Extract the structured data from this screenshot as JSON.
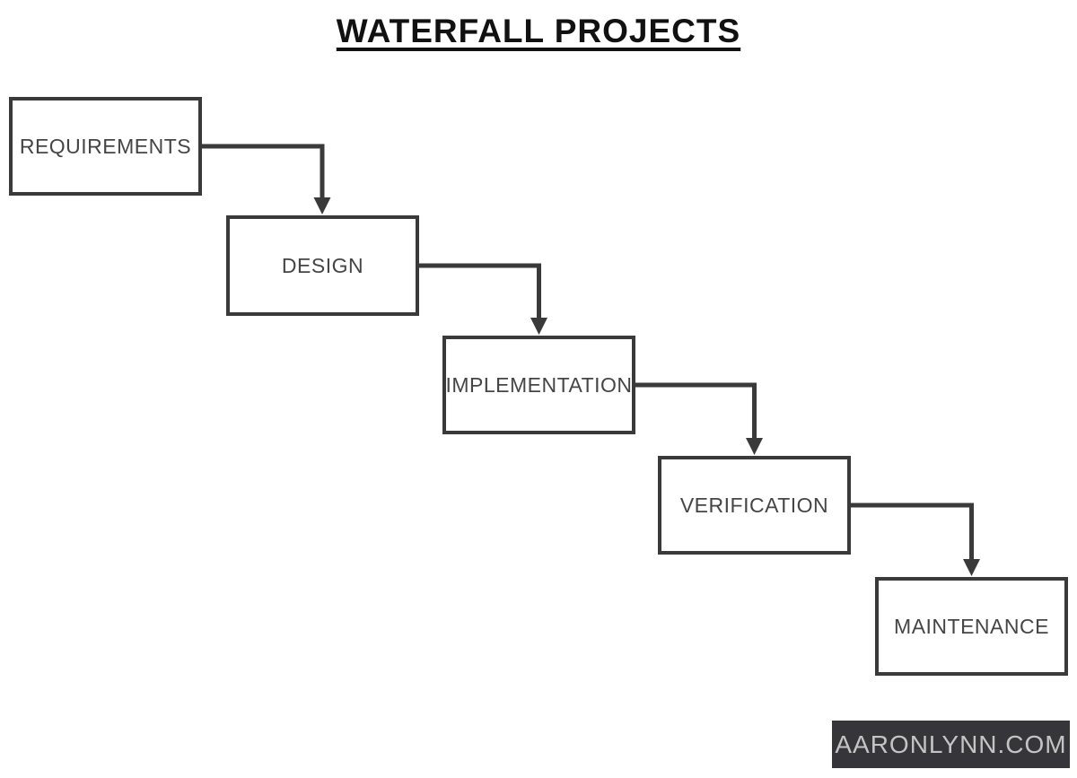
{
  "title": "WATERFALL PROJECTS",
  "diagram": {
    "stages": [
      {
        "label": "REQUIREMENTS"
      },
      {
        "label": "DESIGN"
      },
      {
        "label": "IMPLEMENTATION"
      },
      {
        "label": "VERIFICATION"
      },
      {
        "label": "MAINTENANCE"
      }
    ],
    "connections": [
      {
        "from": "REQUIREMENTS",
        "to": "DESIGN"
      },
      {
        "from": "DESIGN",
        "to": "IMPLEMENTATION"
      },
      {
        "from": "IMPLEMENTATION",
        "to": "VERIFICATION"
      },
      {
        "from": "VERIFICATION",
        "to": "MAINTENANCE"
      }
    ]
  },
  "footer": {
    "watermark": "AARONLYNN.COM"
  },
  "colors": {
    "background": "#ffffff",
    "box_border": "#3a3a3a",
    "box_text": "#454545",
    "arrow": "#3a3a3a",
    "title_text": "#111111",
    "footer_bg": "#36363a",
    "footer_text": "#c4c4c4"
  }
}
